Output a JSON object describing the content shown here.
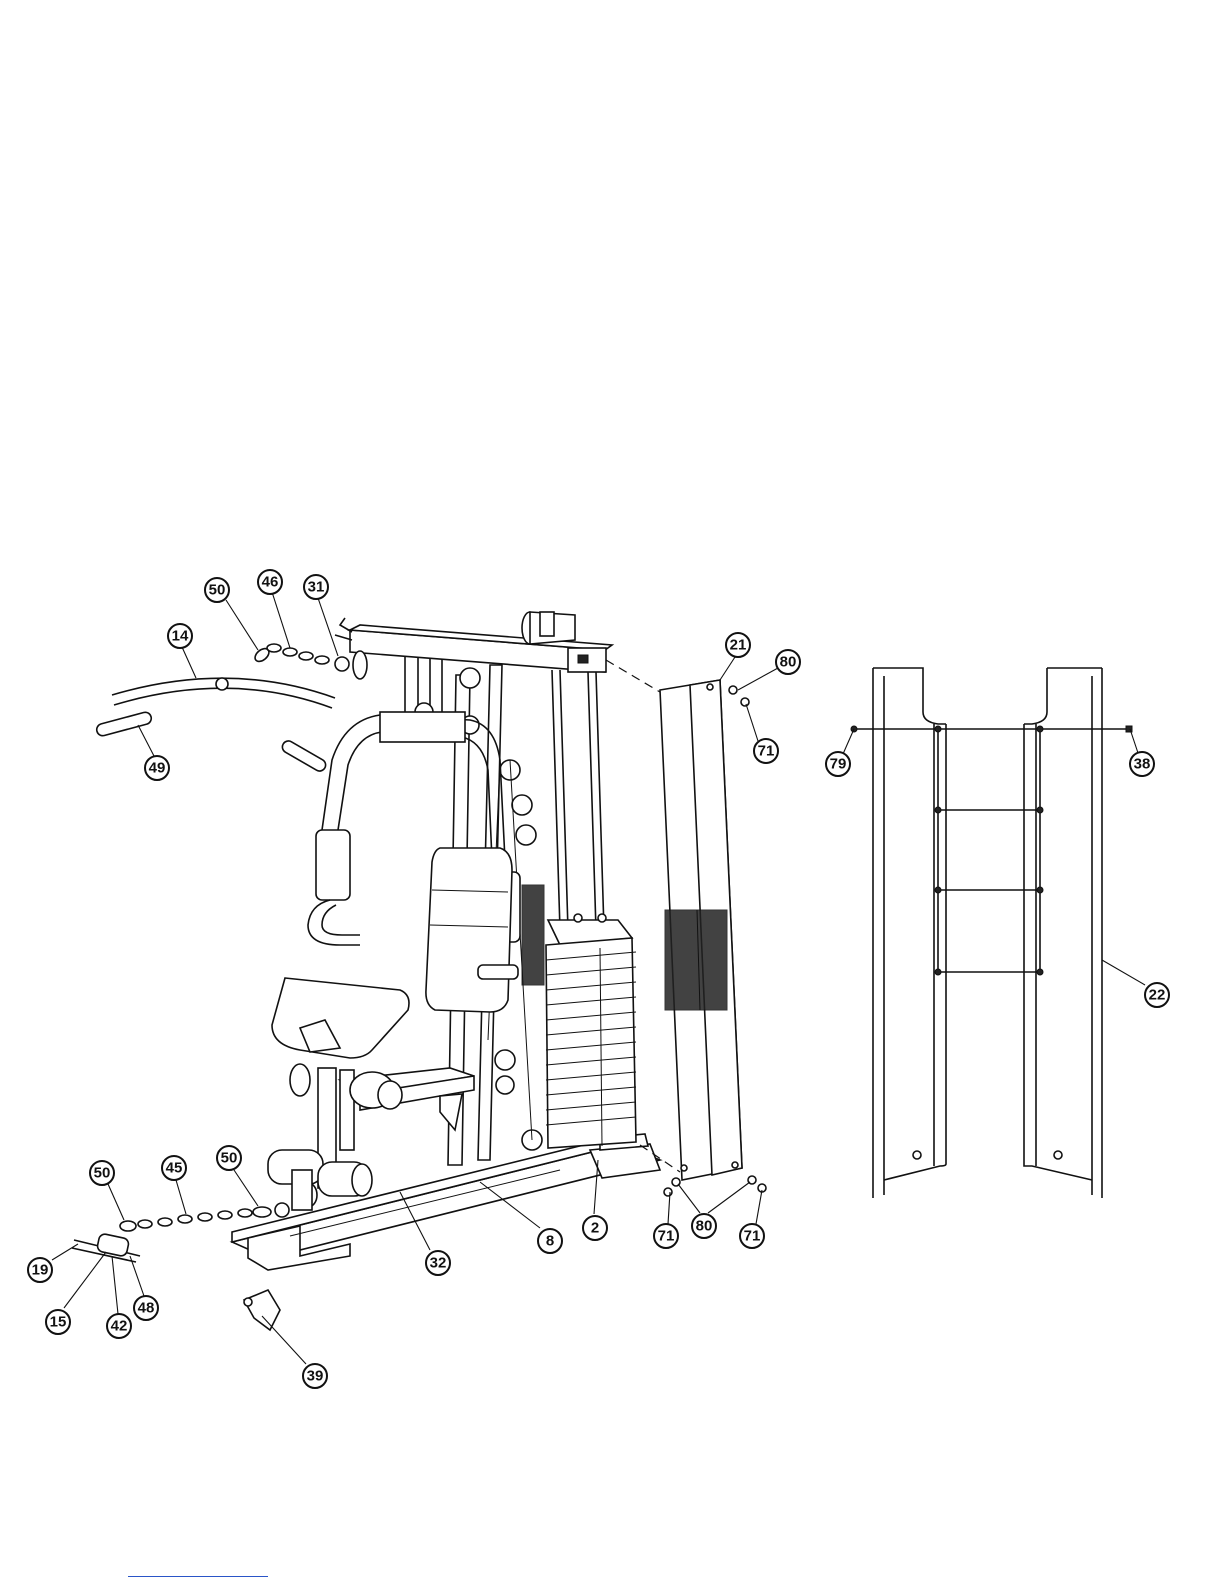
{
  "callouts": {
    "c50a": "50",
    "c46": "46",
    "c31": "31",
    "c14": "14",
    "c49": "49",
    "c21": "21",
    "c80a": "80",
    "c71a": "71",
    "c79": "79",
    "c38": "38",
    "c22": "22",
    "c50b": "50",
    "c45": "45",
    "c50c": "50",
    "c19": "19",
    "c15": "15",
    "c42": "42",
    "c48": "48",
    "c39": "39",
    "c32": "32",
    "c8": "8",
    "c2": "2",
    "c71b": "71",
    "c80b": "80",
    "c71c": "71"
  }
}
